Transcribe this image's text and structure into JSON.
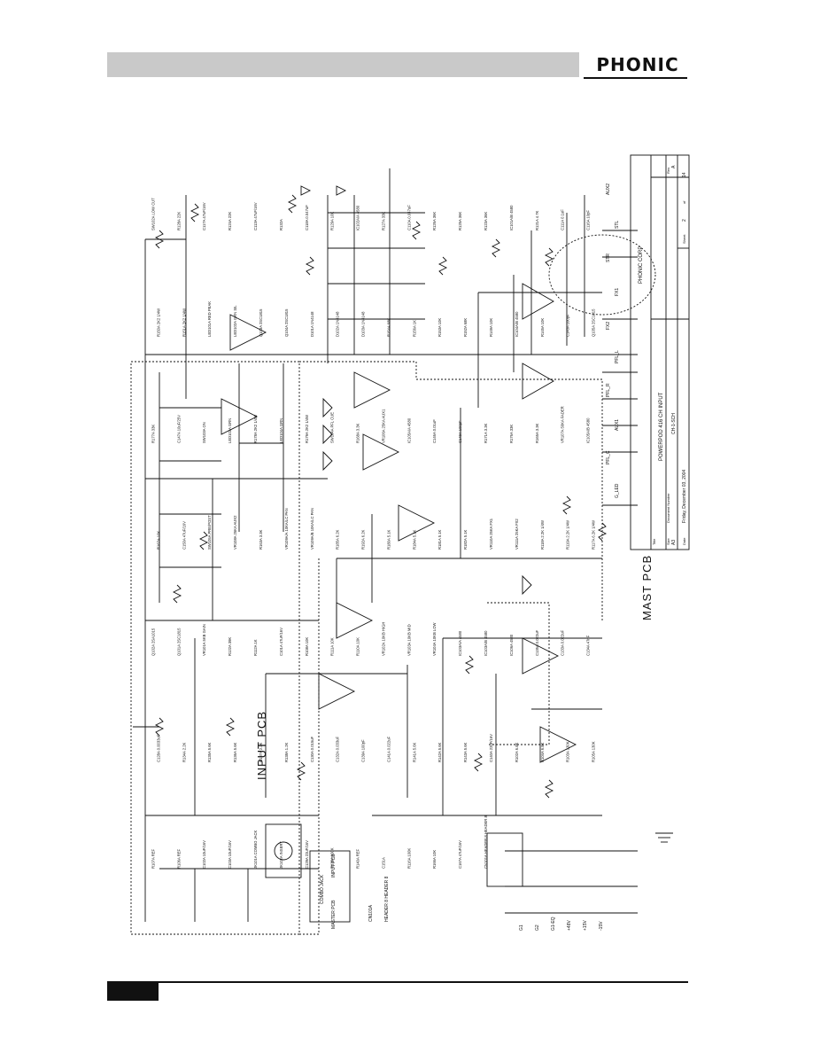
{
  "header": {
    "brand": "PHONIC"
  },
  "title_block": {
    "company": "PHONIC CORP",
    "title_label": "Title",
    "title": "POWERPOD 416 CH INPUT",
    "size_label": "Size",
    "size": "A3",
    "docnum_label": "Document Number",
    "docnum": "CH-1-SCH",
    "rev_label": "Rev",
    "rev": "A",
    "date_label": "Date",
    "date": "Friday, December 03, 2004",
    "sheet_label": "Sheet",
    "sheet": "2",
    "of_label": "of",
    "sheet_total": "14"
  },
  "schematic": {
    "sections": [
      "INPUT PCB",
      "MAST PCB"
    ],
    "connectors": [
      "COMBO JACK",
      "HEADER 8 HEADER 8",
      "MASTER PCB",
      "INPUT PCB",
      "CN101A"
    ],
    "ports": [
      "AUX2",
      "STL",
      "STR",
      "FX1",
      "FX2",
      "PFL_L",
      "PFL_R",
      "AUX1",
      "PFL_C",
      "G_LED"
    ],
    "ground_labels": [
      "G1",
      "G2",
      "G1-EQ"
    ],
    "supply_labels": [
      "+48V",
      "+15V",
      "-15V"
    ],
    "components": [
      "SW102A LOW CUT",
      "R128A 22K",
      "C117A 47uF/16V",
      "R124A 22K",
      "C113A 47uF/16V",
      "R132A",
      "C118A 0.047uF",
      "R129A 10K",
      "IC102A/A 4580",
      "R127A 33K",
      "C110A 0.047uF",
      "R126A 36K",
      "R125A 36K",
      "R123A 36K",
      "IC101A/B 4580",
      "R121A 4.7K",
      "C111A 0.1uF",
      "C116A 10pF",
      "R150A 2K2 1/4W",
      "R151A 2K2 1/4W",
      "LED101A RED PEAK",
      "LED102A GRN SIL",
      "Q103A 2SC1815",
      "Q104A 2SC1815",
      "D101A 1N4148",
      "D102A 1N4148",
      "D103A 1N4148",
      "R154A 68K",
      "R156A 1K",
      "R153A 10K",
      "R152A 68K",
      "R149A 10K",
      "IC104A/B 4580",
      "R145A 10K",
      "C143A 100pF",
      "Q105A 2SC1815",
      "R177A 33K",
      "C147A 10uF/25V",
      "SW103A ON",
      "LED103A GRN",
      "R178A 2K2 1/4W",
      "LED104A GRN",
      "R179A 2K2 1/4W",
      "SW104A PFL CUE",
      "R168A 3.3K",
      "VR106A 25KA AUX1",
      "IC105A/A 4580",
      "C146A 0.01uF",
      "C149A 100pF",
      "R171A 3.3K",
      "R176A 33K",
      "R165A 3.3K",
      "VR107A 50KA FADER",
      "IC105A/B 4580",
      "R167A 10K",
      "C150A 47uF/16V",
      "SW105A PRE/POST",
      "VR108A 25KA AUX2",
      "R163A 3.3K",
      "VR109A/A 10KA/LC PAN",
      "VR109A/B 10KA/LC PAN",
      "R185A 6.2K",
      "R192A 6.2K",
      "R180A 5.1K",
      "R184A 5.1K",
      "R181A 5.1K",
      "R182A 5.1K",
      "VR110A 25KA FX1",
      "VR111A 25KA FX2",
      "R118A 2.2K 1/4W",
      "R119A 2.2K 1/4W",
      "R117A 6.2K 1/4W",
      "Q102A 2SA1015",
      "Q101A 2SC1815",
      "VR101A 5KB GAIN",
      "R122A 39K",
      "R112A 1K",
      "C101A 47uF/16V",
      "R108A 10K",
      "R111A 10K",
      "R110A 10K",
      "VR102A 10KB HIGH",
      "VR103A 10KB MID",
      "VR104A 10KB LOW",
      "IC103A/A 4580",
      "IC103A/B 4580",
      "IC106A 4580",
      "C135A 0.022uF",
      "C133A 0.022uF",
      "C134A 47nF",
      "C128A 0.0033uF",
      "R134A 2.2K",
      "R135A 5.6K",
      "R136A 5.6K",
      "R137A 2.2K",
      "R138A 1.2K",
      "C130A 0.015uF",
      "C132A 0.033uF",
      "C139A 100pF",
      "C141A 0.022uF",
      "R141A 5.6K",
      "R142A 5.6K",
      "R143A 5.6K",
      "C140A 22uF/16V",
      "R102A 6.8K",
      "R104A 6.8K",
      "R103A 130K",
      "R105A 130K",
      "R107A REF",
      "R106A REF",
      "C102A 10uF/16V",
      "C103A 10uF/16V",
      "JK101A COMBO JACK",
      "JK102A INSERT",
      "C129A 22uF/16V",
      "R130A 100K",
      "R140A REF",
      "C151A",
      "R116A 100K",
      "R166A 10K",
      "C167A 47uF/16V",
      "CN101A HEADER 8 HEADER 8"
    ]
  }
}
